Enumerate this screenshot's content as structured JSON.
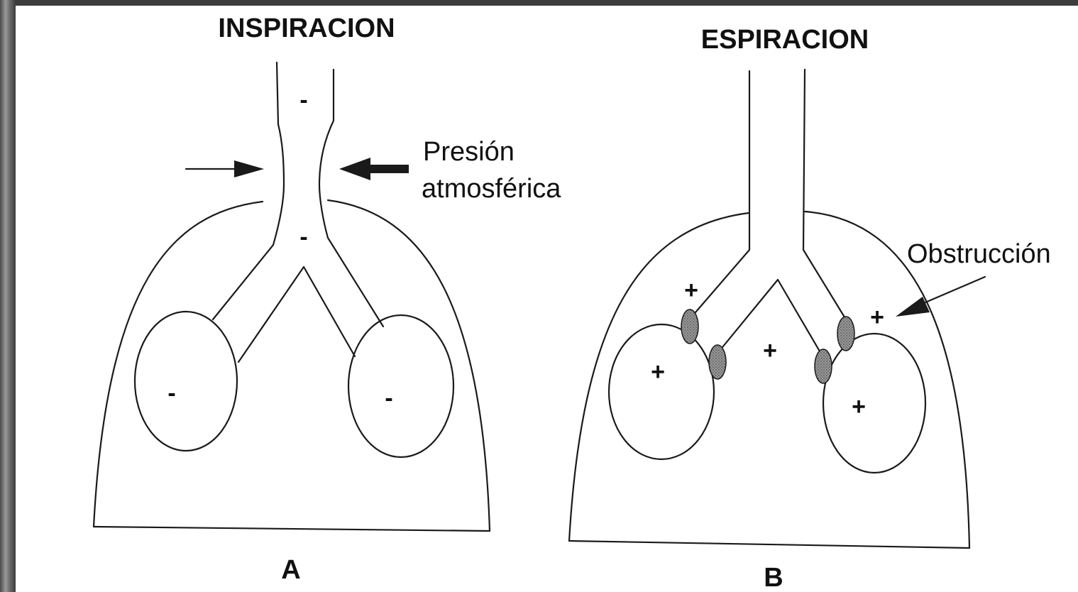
{
  "panel_a": {
    "title": "INSPIRACION",
    "letter": "A",
    "pressure_label_line1": "Presión",
    "pressure_label_line2": "atmosférica",
    "signs": {
      "trachea": "-",
      "carina": "-",
      "left_alveolus": "-",
      "right_alveolus": "-"
    }
  },
  "panel_b": {
    "title": "ESPIRACION",
    "letter": "B",
    "obstruction_label": "Obstrucción",
    "signs": {
      "left_upper": "+",
      "right_upper": "+",
      "center": "+",
      "left_alveolus": "+",
      "right_alveolus": "+"
    }
  },
  "colors": {
    "ink": "#1a1a1a",
    "obstruction_fill": "#8a8a8a",
    "paper": "#ffffff"
  }
}
